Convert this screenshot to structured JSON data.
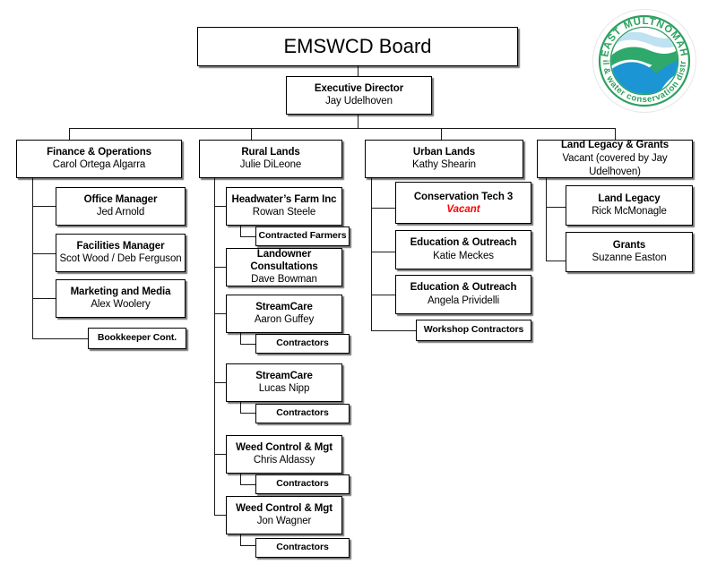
{
  "org_chart": {
    "root": {
      "title": "EMSWCD Board"
    },
    "executive": {
      "title": "Executive Director",
      "person": "Jay Udelhoven"
    },
    "logo": {
      "top_text": "EAST MULTNOMAH",
      "bottom_text": "soil & water conservation district",
      "colors": {
        "green": "#2fa86b",
        "blue": "#1b95d4",
        "light_blue": "#bfe2f2",
        "ring": "#2ca05f"
      }
    },
    "departments": [
      {
        "id": "finance-operations",
        "title": "Finance & Operations",
        "person": "Carol Ortega Algarra",
        "children": [
          {
            "title": "Office Manager",
            "person": "Jed Arnold"
          },
          {
            "title": "Facilities Manager",
            "person": "Scot Wood / Deb Ferguson"
          },
          {
            "title": "Marketing and Media",
            "person": "Alex Woolery"
          },
          {
            "title": "Bookkeeper Cont.",
            "person": ""
          }
        ]
      },
      {
        "id": "rural-lands",
        "title": "Rural Lands",
        "person": "Julie DiLeone",
        "children": [
          {
            "title": "Headwater’s Farm Inc",
            "person": "Rowan Steele",
            "sub": "Contracted Farmers"
          },
          {
            "title": "Landowner Consultations",
            "person": "Dave Bowman",
            "sub": ""
          },
          {
            "title": "StreamCare",
            "person": "Aaron Guffey",
            "sub": "Contractors"
          },
          {
            "title": "StreamCare",
            "person": "Lucas Nipp",
            "sub": "Contractors"
          },
          {
            "title": "Weed Control & Mgt",
            "person": "Chris Aldassy",
            "sub": "Contractors"
          },
          {
            "title": "Weed Control & Mgt",
            "person": "Jon Wagner",
            "sub": "Contractors"
          }
        ]
      },
      {
        "id": "urban-lands",
        "title": "Urban Lands",
        "person": "Kathy Shearin",
        "children": [
          {
            "title": "Conservation Tech 3",
            "person": "Vacant",
            "person_style": "vacant"
          },
          {
            "title": "Education & Outreach",
            "person": "Katie Meckes"
          },
          {
            "title": "Education & Outreach",
            "person": "Angela Prividelli"
          },
          {
            "title": "Workshop Contractors",
            "person": ""
          }
        ]
      },
      {
        "id": "land-legacy-grants",
        "title": "Land Legacy & Grants",
        "person": "Vacant (covered by Jay Udelhoven)",
        "children": [
          {
            "title": "Land Legacy",
            "person": "Rick McMonagle"
          },
          {
            "title": "Grants",
            "person": "Suzanne Easton"
          }
        ]
      }
    ]
  }
}
